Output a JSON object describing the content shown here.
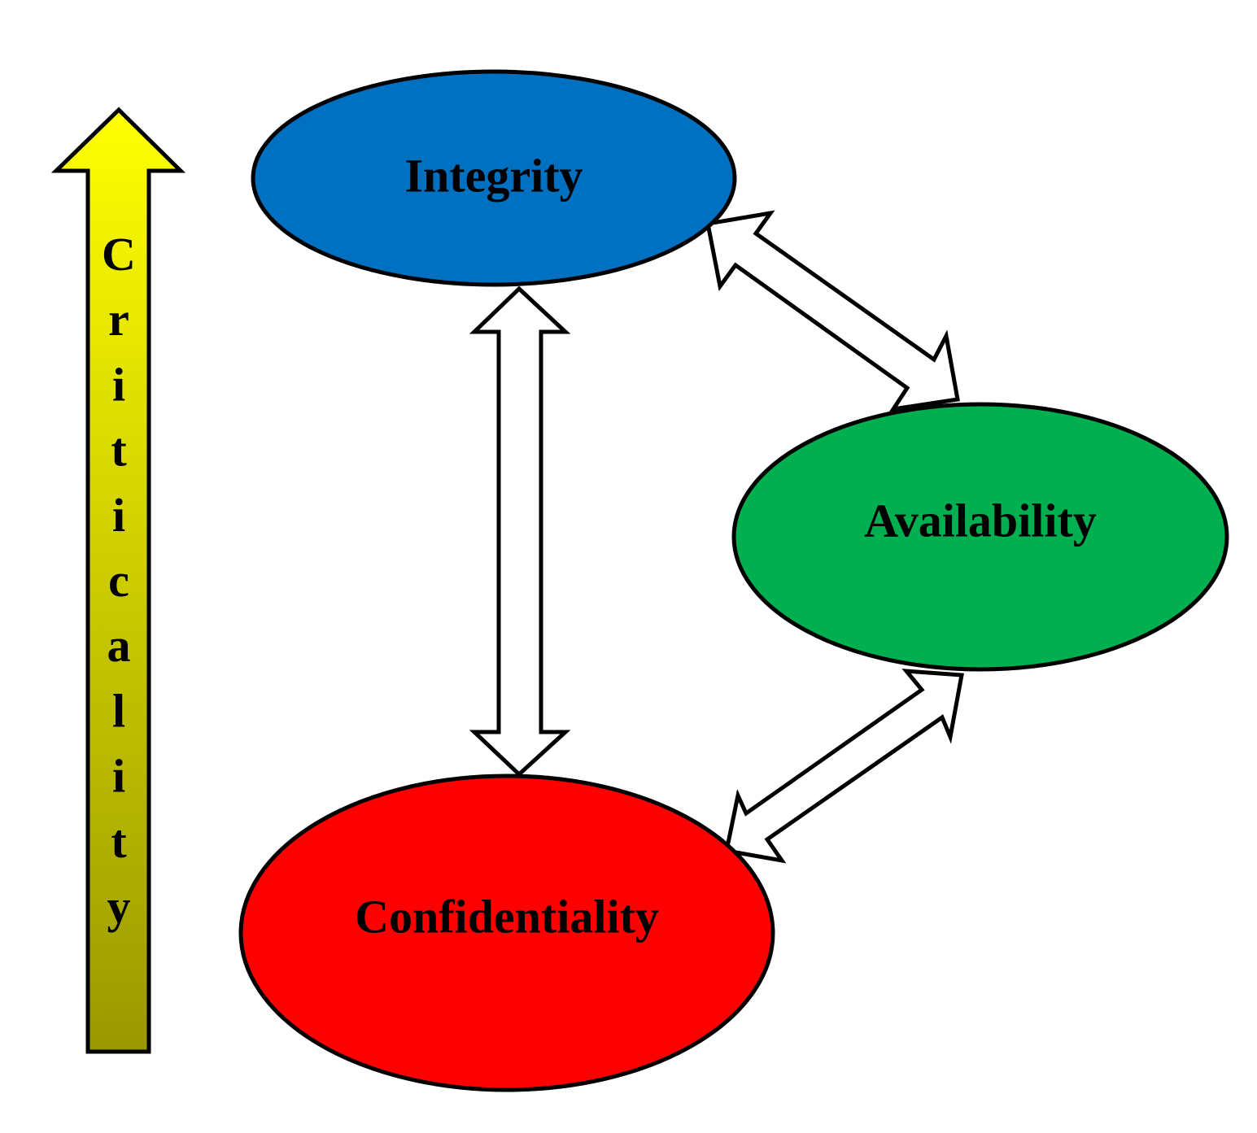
{
  "axis": {
    "label": "Criticality",
    "fill_top": "#ffff00",
    "fill_bottom": "#999900"
  },
  "nodes": {
    "integrity": {
      "label": "Integrity",
      "color": "#0070c0"
    },
    "availability": {
      "label": "Availability",
      "color": "#00b050"
    },
    "confidentiality": {
      "label": "Confidentiality",
      "color": "#ff0000"
    }
  },
  "connections": [
    {
      "from": "integrity",
      "to": "confidentiality",
      "type": "bidirectional"
    },
    {
      "from": "integrity",
      "to": "availability",
      "type": "bidirectional"
    },
    {
      "from": "availability",
      "to": "confidentiality",
      "type": "bidirectional"
    }
  ]
}
